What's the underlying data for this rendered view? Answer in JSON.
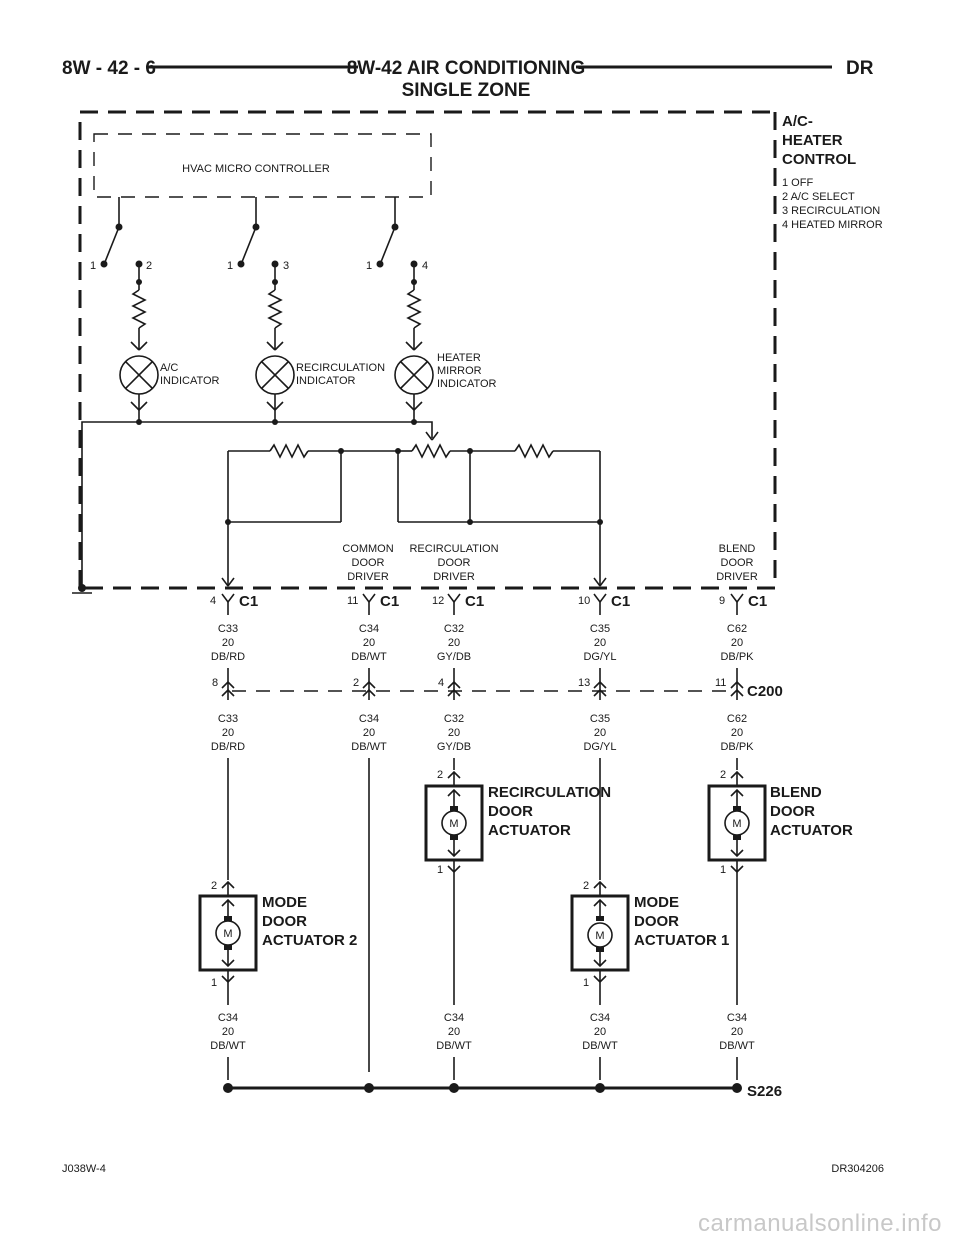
{
  "header": {
    "page_ref": "8W - 42 - 6",
    "title": "8W-42 AIR CONDITIONING",
    "subtitle": "SINGLE ZONE",
    "model": "DR"
  },
  "control": {
    "title_lines": [
      "A/C-",
      "HEATER",
      "CONTROL"
    ],
    "legend": [
      "1 OFF",
      "2 A/C SELECT",
      "3 RECIRCULATION",
      "4 HEATED MIRROR"
    ],
    "micro_controller": "HVAC MICRO CONTROLLER"
  },
  "switches": [
    {
      "left": "1",
      "right": "2"
    },
    {
      "left": "1",
      "right": "3"
    },
    {
      "left": "1",
      "right": "4"
    }
  ],
  "indicators": [
    {
      "lines": [
        "A/C",
        "INDICATOR"
      ]
    },
    {
      "lines": [
        "RECIRCULATION",
        "INDICATOR"
      ]
    },
    {
      "lines": [
        "HEATER",
        "MIRROR",
        "INDICATOR"
      ]
    }
  ],
  "drivers": [
    {
      "lines": [
        "COMMON",
        "DOOR",
        "DRIVER"
      ]
    },
    {
      "lines": [
        "RECIRCULATION",
        "DOOR",
        "DRIVER"
      ]
    },
    {
      "lines": [
        "BLEND",
        "DOOR",
        "DRIVER"
      ]
    }
  ],
  "c1_pins": [
    {
      "pin": "4",
      "conn": "C1"
    },
    {
      "pin": "11",
      "conn": "C1"
    },
    {
      "pin": "12",
      "conn": "C1"
    },
    {
      "pin": "10",
      "conn": "C1"
    },
    {
      "pin": "9",
      "conn": "C1"
    }
  ],
  "wires_upper": [
    {
      "circuit": "C33",
      "gauge": "20",
      "color": "DB/RD"
    },
    {
      "circuit": "C34",
      "gauge": "20",
      "color": "DB/WT"
    },
    {
      "circuit": "C32",
      "gauge": "20",
      "color": "GY/DB"
    },
    {
      "circuit": "C35",
      "gauge": "20",
      "color": "DG/YL"
    },
    {
      "circuit": "C62",
      "gauge": "20",
      "color": "DB/PK"
    }
  ],
  "c200": {
    "name": "C200",
    "pins": [
      "8",
      "2",
      "4",
      "13",
      "11"
    ]
  },
  "wires_mid": [
    {
      "circuit": "C33",
      "gauge": "20",
      "color": "DB/RD"
    },
    {
      "circuit": "C34",
      "gauge": "20",
      "color": "DB/WT"
    },
    {
      "circuit": "C32",
      "gauge": "20",
      "color": "GY/DB"
    },
    {
      "circuit": "C35",
      "gauge": "20",
      "color": "DG/YL"
    },
    {
      "circuit": "C62",
      "gauge": "20",
      "color": "DB/PK"
    }
  ],
  "actuators": [
    {
      "lines": [
        "RECIRCULATION",
        "DOOR",
        "ACTUATOR"
      ],
      "pin_top": "2",
      "pin_bottom": "1",
      "symbol": "M"
    },
    {
      "lines": [
        "BLEND",
        "DOOR",
        "ACTUATOR"
      ],
      "pin_top": "2",
      "pin_bottom": "1",
      "symbol": "M"
    },
    {
      "lines": [
        "MODE",
        "DOOR",
        "ACTUATOR 2"
      ],
      "pin_top": "2",
      "pin_bottom": "1",
      "symbol": "M"
    },
    {
      "lines": [
        "MODE",
        "DOOR",
        "ACTUATOR 1"
      ],
      "pin_top": "2",
      "pin_bottom": "1",
      "symbol": "M"
    }
  ],
  "wires_lower": [
    {
      "circuit": "C34",
      "gauge": "20",
      "color": "DB/WT"
    },
    {
      "circuit": "C34",
      "gauge": "20",
      "color": "DB/WT"
    },
    {
      "circuit": "C34",
      "gauge": "20",
      "color": "DB/WT"
    },
    {
      "circuit": "C34",
      "gauge": "20",
      "color": "DB/WT"
    }
  ],
  "splice": "S226",
  "footer": {
    "left_code": "J038W-4",
    "right_code": "DR304206"
  },
  "watermark": "carmanualsonline.info"
}
